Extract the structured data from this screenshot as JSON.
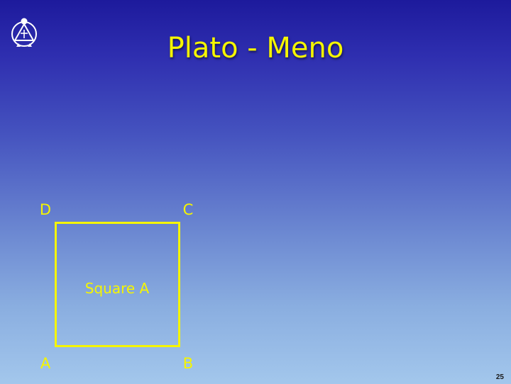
{
  "slide": {
    "title": "Plato - Meno",
    "page_number": "25",
    "logo_icon": "triangle-emblem-icon",
    "accent_color": "#f5f500"
  },
  "diagram": {
    "square_label": "Square A",
    "vertices": {
      "top_left": "D",
      "top_right": "C",
      "bottom_left": "A",
      "bottom_right": "B"
    }
  }
}
